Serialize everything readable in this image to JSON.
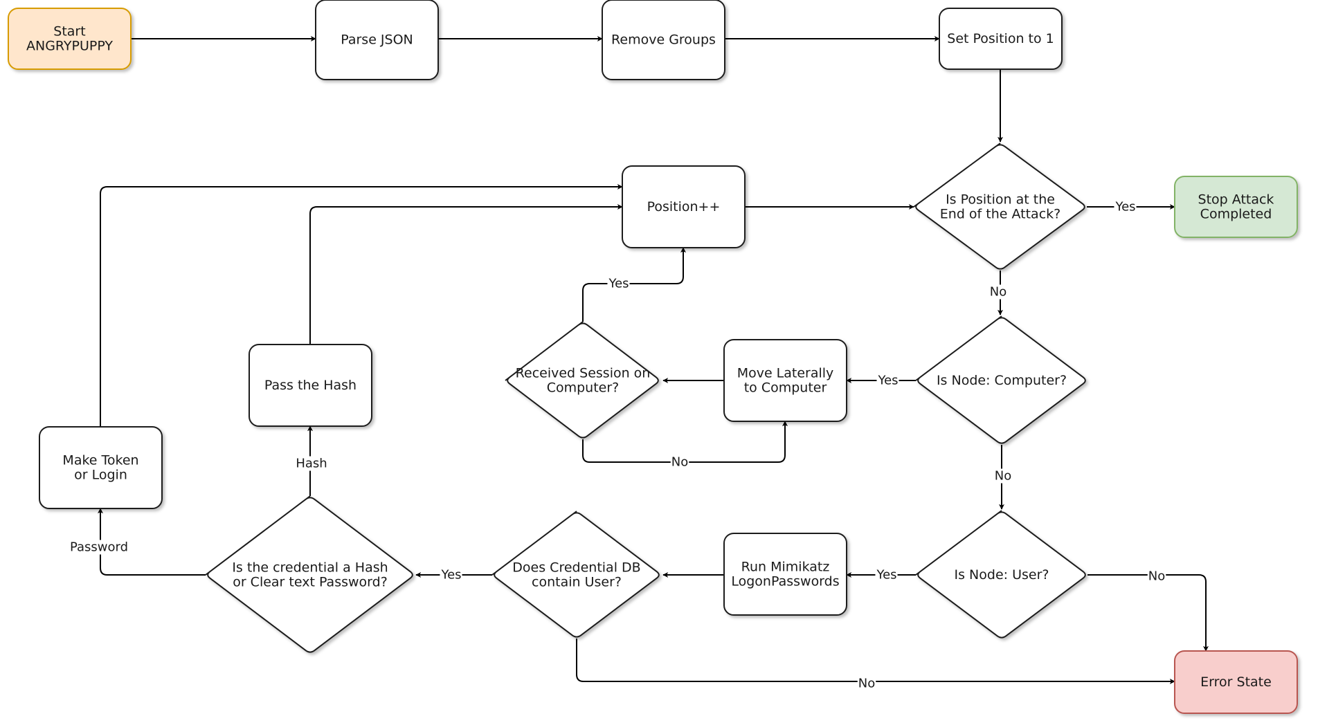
{
  "colors": {
    "default_fill": "#ffffff",
    "default_stroke": "#1a1a1a",
    "start_fill": "#ffe6cc",
    "start_stroke": "#d79b00",
    "success_fill": "#d5e8d4",
    "success_stroke": "#82b366",
    "error_fill": "#f8cecc",
    "error_stroke": "#b85450",
    "edge": "#000000"
  },
  "nodes": {
    "start": {
      "lines": [
        "Start",
        "ANGRYPUPPY"
      ],
      "kind": "start"
    },
    "parse_json": {
      "lines": [
        "Parse JSON"
      ],
      "kind": "process"
    },
    "remove_groups": {
      "lines": [
        "Remove Groups"
      ],
      "kind": "process"
    },
    "set_position": {
      "lines": [
        "Set Position to 1"
      ],
      "kind": "process"
    },
    "position_inc": {
      "lines": [
        "Position++"
      ],
      "kind": "process"
    },
    "is_position_end": {
      "lines": [
        "Is Position at the",
        "End of the Attack?"
      ],
      "kind": "decision"
    },
    "stop_attack": {
      "lines": [
        "Stop Attack",
        "Completed"
      ],
      "kind": "success"
    },
    "is_node_computer": {
      "lines": [
        "Is Node: Computer?"
      ],
      "kind": "decision"
    },
    "move_laterally": {
      "lines": [
        "Move Laterally",
        "to Computer"
      ],
      "kind": "process"
    },
    "received_session": {
      "lines": [
        "Received Session on",
        "Computer?"
      ],
      "kind": "decision"
    },
    "pass_the_hash": {
      "lines": [
        "Pass the Hash"
      ],
      "kind": "process"
    },
    "make_token": {
      "lines": [
        "Make Token",
        "or Login"
      ],
      "kind": "process"
    },
    "is_node_user": {
      "lines": [
        "Is Node: User?"
      ],
      "kind": "decision"
    },
    "run_mimikatz": {
      "lines": [
        "Run Mimikatz",
        "LogonPasswords"
      ],
      "kind": "process"
    },
    "does_cred_db": {
      "lines": [
        "Does Credential DB",
        "contain User?"
      ],
      "kind": "decision"
    },
    "is_cred_hash": {
      "lines": [
        "Is the credential a Hash",
        "or Clear text Password?"
      ],
      "kind": "decision"
    },
    "error_state": {
      "lines": [
        "Error State"
      ],
      "kind": "error"
    }
  },
  "edges": [
    {
      "from": "start",
      "to": "parse_json",
      "label": ""
    },
    {
      "from": "parse_json",
      "to": "remove_groups",
      "label": ""
    },
    {
      "from": "remove_groups",
      "to": "set_position",
      "label": ""
    },
    {
      "from": "set_position",
      "to": "is_position_end",
      "label": ""
    },
    {
      "from": "is_position_end",
      "to": "stop_attack",
      "label": "Yes"
    },
    {
      "from": "position_inc",
      "to": "is_position_end",
      "label": ""
    },
    {
      "from": "is_position_end",
      "to": "is_node_computer",
      "label": "No"
    },
    {
      "from": "is_node_computer",
      "to": "move_laterally",
      "label": "Yes"
    },
    {
      "from": "move_laterally",
      "to": "received_session",
      "label": ""
    },
    {
      "from": "received_session",
      "to": "position_inc",
      "label": "Yes"
    },
    {
      "from": "received_session",
      "to": "move_laterally",
      "label": "No"
    },
    {
      "from": "is_node_computer",
      "to": "is_node_user",
      "label": "No"
    },
    {
      "from": "is_node_user",
      "to": "run_mimikatz",
      "label": "Yes"
    },
    {
      "from": "is_node_user",
      "to": "error_state",
      "label": "No"
    },
    {
      "from": "run_mimikatz",
      "to": "does_cred_db",
      "label": ""
    },
    {
      "from": "does_cred_db",
      "to": "is_cred_hash",
      "label": "Yes"
    },
    {
      "from": "does_cred_db",
      "to": "error_state",
      "label": "No"
    },
    {
      "from": "is_cred_hash",
      "to": "pass_the_hash",
      "label": "Hash"
    },
    {
      "from": "is_cred_hash",
      "to": "make_token",
      "label": "Password"
    },
    {
      "from": "pass_the_hash",
      "to": "position_inc",
      "label": ""
    },
    {
      "from": "make_token",
      "to": "position_inc",
      "label": ""
    }
  ]
}
